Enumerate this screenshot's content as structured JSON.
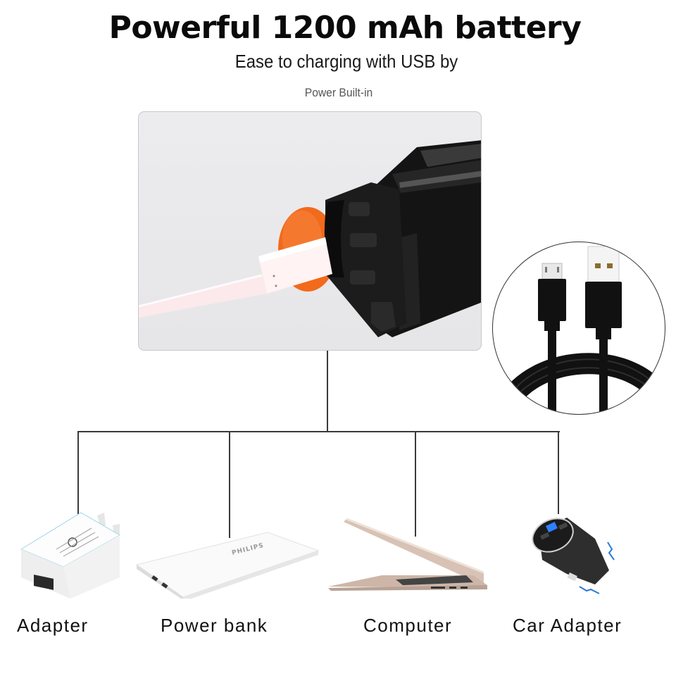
{
  "header": {
    "title": "Powerful 1200 mAh battery",
    "subtitle": "Ease to charging with USB by",
    "caption": "Power Built-in"
  },
  "hero": {
    "image": "headlamp-charging-port-icon",
    "description": "Black headlamp with orange port cover and white USB cable plugged in"
  },
  "cable_inset": {
    "image": "micro-usb-cable-icon",
    "description": "Black Micro-USB to USB-A cable"
  },
  "power_sources": [
    {
      "label": "Adapter",
      "icon": "wall-adapter-icon"
    },
    {
      "label": "Power bank",
      "icon": "power-bank-icon",
      "brand": "PHILIPS"
    },
    {
      "label": "Computer",
      "icon": "laptop-icon"
    },
    {
      "label": "Car Adapter",
      "icon": "car-adapter-icon"
    }
  ],
  "colors": {
    "title": "#0a0a0a",
    "panel_bg": "#e9e9eb",
    "port_cover": "#f26a1b",
    "headlamp_body": "#1a1a1a",
    "connector_lines": "#3a3a3a",
    "car_display": "#2f7fff"
  }
}
